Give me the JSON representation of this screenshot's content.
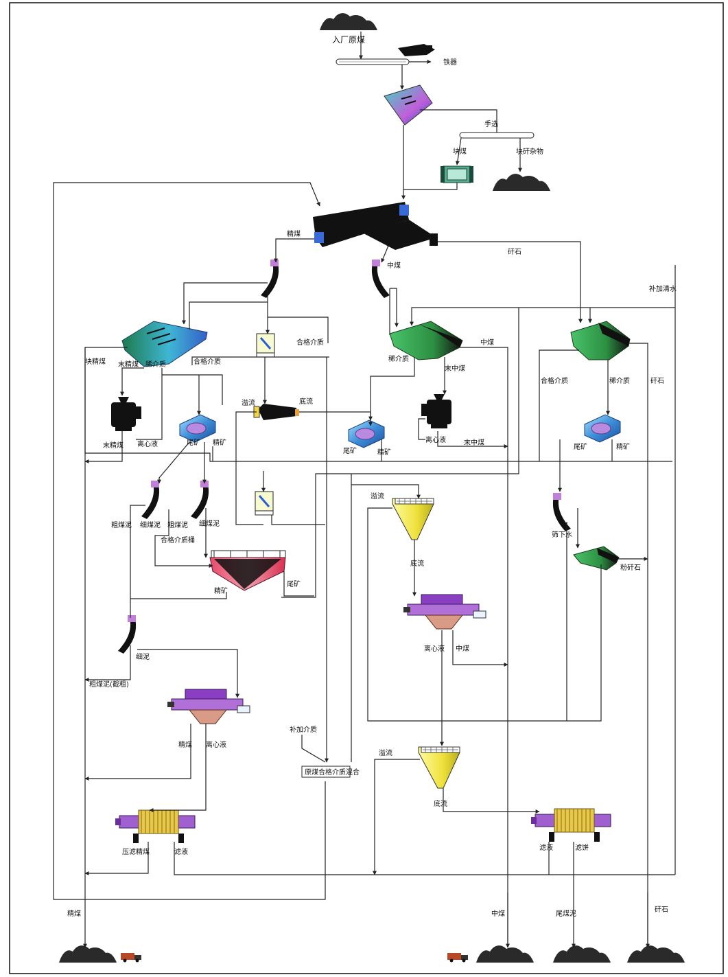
{
  "labels": {
    "raw_coal_in": "入厂原煤",
    "iron_remover": "铁器",
    "hand_pick": "手选",
    "lump_coal": "块煤",
    "lump_gangue_debris": "块矸杂物",
    "clean_coal_top": "精煤",
    "gangue_top": "矸石",
    "middling_top": "中煤",
    "add_clear_water": "补加清水",
    "qualified_medium_a": "合格介质",
    "lump_clean_coal": "块精煤",
    "fine_clean_coal": "末精煤",
    "dilute_medium_a": "稀介质",
    "qualified_medium_b": "合格介质",
    "dilute_medium_b": "稀介质",
    "fine_middling": "末中煤",
    "middling_mid": "中煤",
    "qualified_medium_c": "合格介质",
    "dilute_medium_c": "稀介质",
    "gangue_right": "矸石",
    "overflow_a": "溢流",
    "underflow_a": "底流",
    "fine_clean_coal_out": "末精煤",
    "centrifugate_a": "离心液",
    "tailings_a": "尾矿",
    "concentrate_a": "精矿",
    "tailings_b": "尾矿",
    "concentrate_b": "精矿",
    "centrifugate_b": "离心液",
    "fine_middling_out": "末中煤",
    "tailings_c": "尾矿",
    "concentrate_c": "精矿",
    "coarse_slime": "粗煤泥",
    "fine_slime_a": "细煤泥",
    "coarse_slime_b": "粗煤泥",
    "qualified_medium_tank": "合格介质桶",
    "fine_slime_b": "细煤泥",
    "screen_underwater": "筛下水",
    "overflow_b": "溢流",
    "underflow_b": "底流",
    "fine_gangue": "粉矸石",
    "concentrate_d": "精矿",
    "tailings_d": "尾矿",
    "fine_slime_c": "细泥",
    "centrifugate_c": "离心液",
    "middling_c": "中煤",
    "coarse_slime_mix": "粗煤泥(截粗)",
    "add_medium": "补加介质",
    "medium_mix_tank": "原煤合格介质混合",
    "clean_coal_cf": "精煤",
    "centrifugate_d": "离心液",
    "overflow_c": "溢流",
    "underflow_c": "底流",
    "filter_press_clean": "压滤精煤",
    "filtrate_a": "滤液",
    "filtrate_b": "滤液",
    "filter_cake": "滤饼",
    "clean_coal_out": "精煤",
    "middling_out": "中煤",
    "tail_slime": "尾煤泥",
    "gangue_out": "矸石"
  },
  "colors": {
    "pile": "#2a2a2a",
    "screen_green": "#2f9a4a",
    "screen_dark": "#111111",
    "hydrocyclone": "#f2ee40",
    "purple": "#9a4fc8",
    "blue_machine": "#3f8fd8",
    "pink": "#e86a7a",
    "salmon": "#d99a86",
    "cyan": "#40c8d0"
  },
  "icons": {
    "coal_pile": "coal-pile-icon",
    "truck": "truck-icon",
    "conveyor": "conveyor-icon",
    "screen": "vibrating-screen-icon",
    "cyclone": "dense-medium-cyclone-icon",
    "centrifuge": "centrifuge-icon",
    "magnetic_separator": "magnetic-separator-icon",
    "thickener": "thickener-icon",
    "filter_press": "filter-press-icon",
    "crusher": "crusher-icon"
  }
}
